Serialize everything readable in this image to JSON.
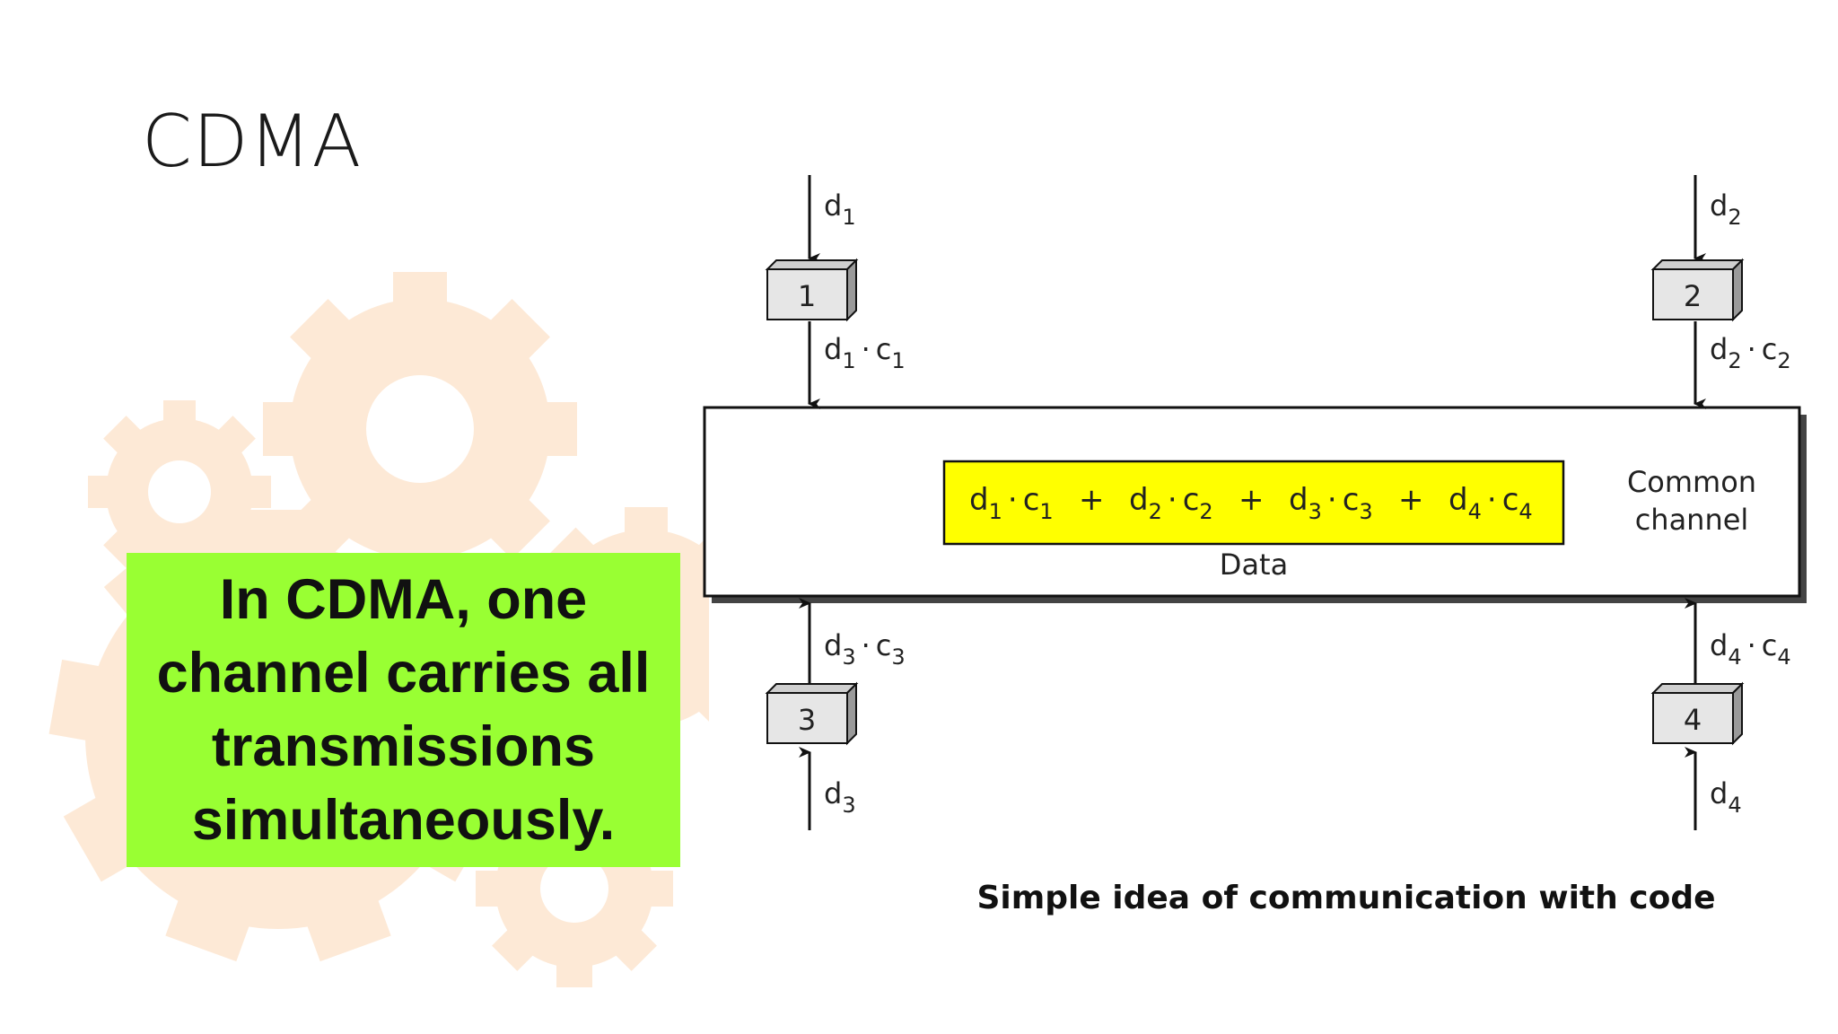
{
  "slide": {
    "title": "CDMA",
    "callout_text": "In CDMA, one channel carries all transmissions simultaneously.",
    "caption": "Simple idea of communication with code"
  },
  "diagram": {
    "stations": [
      {
        "id": "1",
        "input": "d",
        "input_sub": "1",
        "coded": "d",
        "coded_sub": "1",
        "code": "c",
        "code_sub": "1"
      },
      {
        "id": "2",
        "input": "d",
        "input_sub": "2",
        "coded": "d",
        "coded_sub": "2",
        "code": "c",
        "code_sub": "2"
      },
      {
        "id": "3",
        "input": "d",
        "input_sub": "3",
        "coded": "d",
        "coded_sub": "3",
        "code": "c",
        "code_sub": "3"
      },
      {
        "id": "4",
        "input": "d",
        "input_sub": "4",
        "coded": "d",
        "coded_sub": "4",
        "code": "c",
        "code_sub": "4"
      }
    ],
    "data_terms": [
      {
        "d": "d",
        "d_sub": "1",
        "c": "c",
        "c_sub": "1"
      },
      {
        "d": "d",
        "d_sub": "2",
        "c": "c",
        "c_sub": "2"
      },
      {
        "d": "d",
        "d_sub": "3",
        "c": "c",
        "c_sub": "3"
      },
      {
        "d": "d",
        "d_sub": "4",
        "c": "c",
        "c_sub": "4"
      }
    ],
    "operators": {
      "dot": "·",
      "plus": "+"
    },
    "data_label": "Data",
    "channel_label_line1": "Common",
    "channel_label_line2": "channel"
  },
  "colors": {
    "callout_bg": "#99ff33",
    "data_box_bg": "#ffff00",
    "gear": "#fde9d6",
    "station_box": "#e6e6e6"
  }
}
